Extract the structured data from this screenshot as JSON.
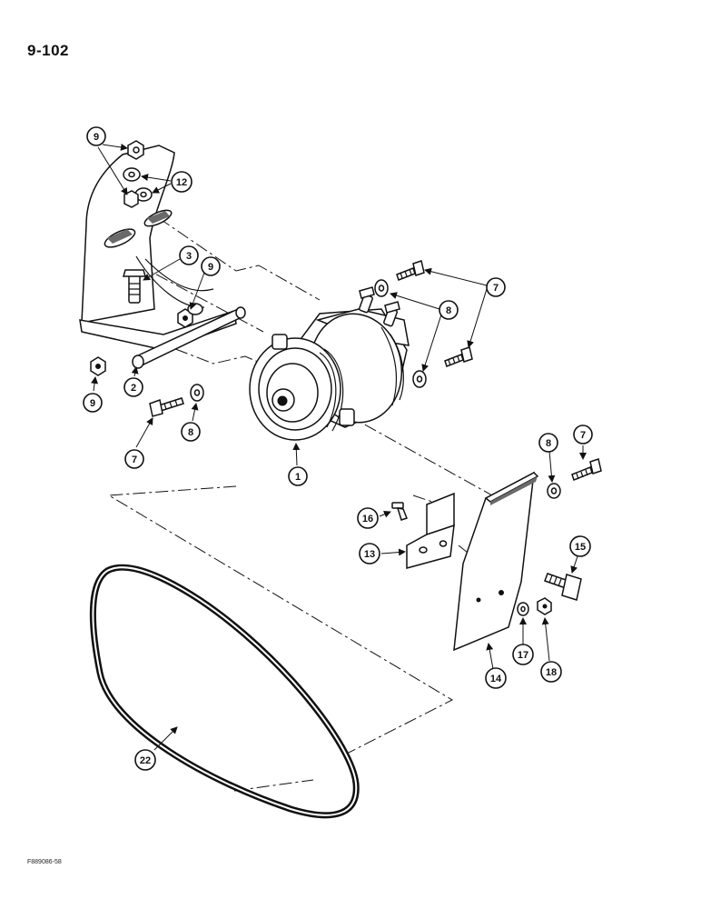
{
  "header": {
    "page_number": "9-102"
  },
  "footer": {
    "figure_code": "F889086-58"
  },
  "callouts": {
    "c1": "1",
    "c2": "2",
    "c3": "3",
    "c7a": "7",
    "c7b": "7",
    "c7c": "7",
    "c8a": "8",
    "c8b": "8",
    "c8c": "8",
    "c9a": "9",
    "c9b": "9",
    "c9c": "9",
    "c12": "12",
    "c13": "13",
    "c14": "14",
    "c15": "15",
    "c16": "16",
    "c17": "17",
    "c18": "18",
    "c22": "22"
  }
}
